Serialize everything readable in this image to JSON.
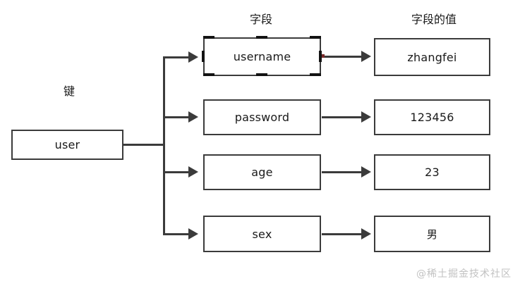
{
  "diagram": {
    "type": "tree-mapping",
    "columns": {
      "key_label": "键",
      "field_label": "字段",
      "value_label": "字段的值"
    },
    "root": {
      "label": "user"
    },
    "rows": [
      {
        "field": "username",
        "value": "zhangfei",
        "selected": true
      },
      {
        "field": "password",
        "value": "123456",
        "selected": false
      },
      {
        "field": "age",
        "value": "23",
        "selected": false
      },
      {
        "field": "sex",
        "value": "男",
        "selected": false
      }
    ]
  },
  "watermark": {
    "text": "@稀土掘金技术社区"
  },
  "colors": {
    "stroke": "#3b3b3b",
    "text": "#1a1a1a",
    "handle": "#131313",
    "endpoint_dot": "#7a2b2b",
    "watermark": "#c2c2c2",
    "background": "#ffffff"
  }
}
